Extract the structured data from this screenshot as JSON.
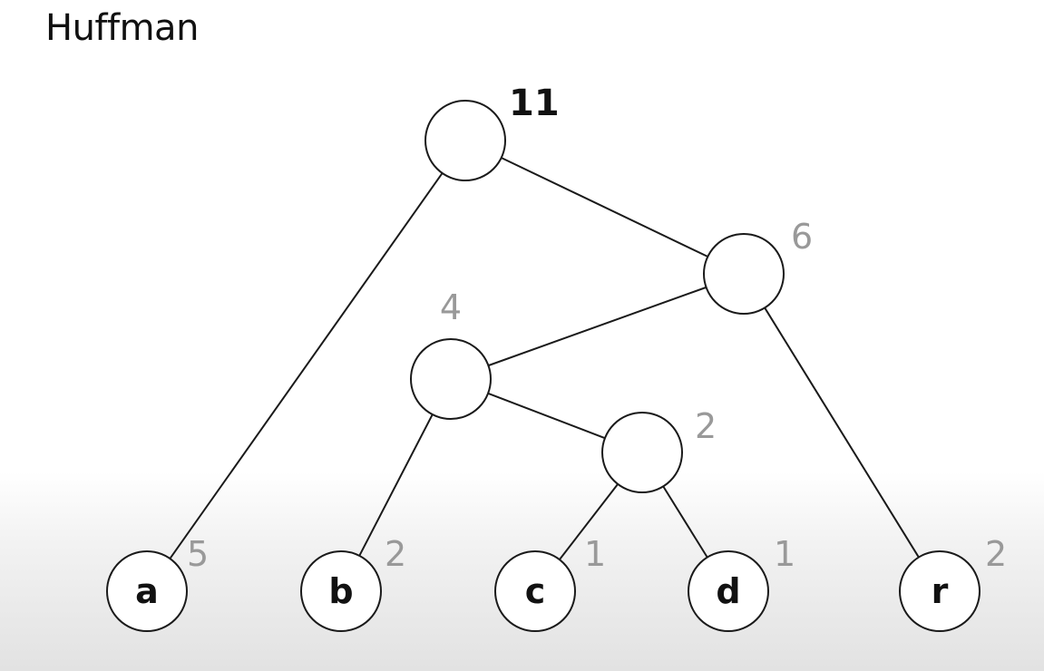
{
  "title": "Huffman",
  "colors": {
    "line": "#1a1a1a",
    "node_fill": "#ffffff",
    "root_weight": "#111111",
    "weight": "#999999",
    "leaf_letter": "#111111"
  },
  "tree": {
    "nodes": [
      {
        "id": "root",
        "label": "",
        "weight": "11",
        "kind": "root"
      },
      {
        "id": "n6",
        "label": "",
        "weight": "6",
        "kind": "internal"
      },
      {
        "id": "n4",
        "label": "",
        "weight": "4",
        "kind": "internal"
      },
      {
        "id": "n2",
        "label": "",
        "weight": "2",
        "kind": "internal"
      },
      {
        "id": "a",
        "label": "a",
        "weight": "5",
        "kind": "leaf"
      },
      {
        "id": "b",
        "label": "b",
        "weight": "2",
        "kind": "leaf"
      },
      {
        "id": "c",
        "label": "c",
        "weight": "1",
        "kind": "leaf"
      },
      {
        "id": "d",
        "label": "d",
        "weight": "1",
        "kind": "leaf"
      },
      {
        "id": "r",
        "label": "r",
        "weight": "2",
        "kind": "leaf"
      }
    ],
    "edges": [
      {
        "from": "root",
        "to": "a"
      },
      {
        "from": "root",
        "to": "n6"
      },
      {
        "from": "n6",
        "to": "n4"
      },
      {
        "from": "n6",
        "to": "r"
      },
      {
        "from": "n4",
        "to": "b"
      },
      {
        "from": "n4",
        "to": "n2"
      },
      {
        "from": "n2",
        "to": "c"
      },
      {
        "from": "n2",
        "to": "d"
      }
    ]
  }
}
